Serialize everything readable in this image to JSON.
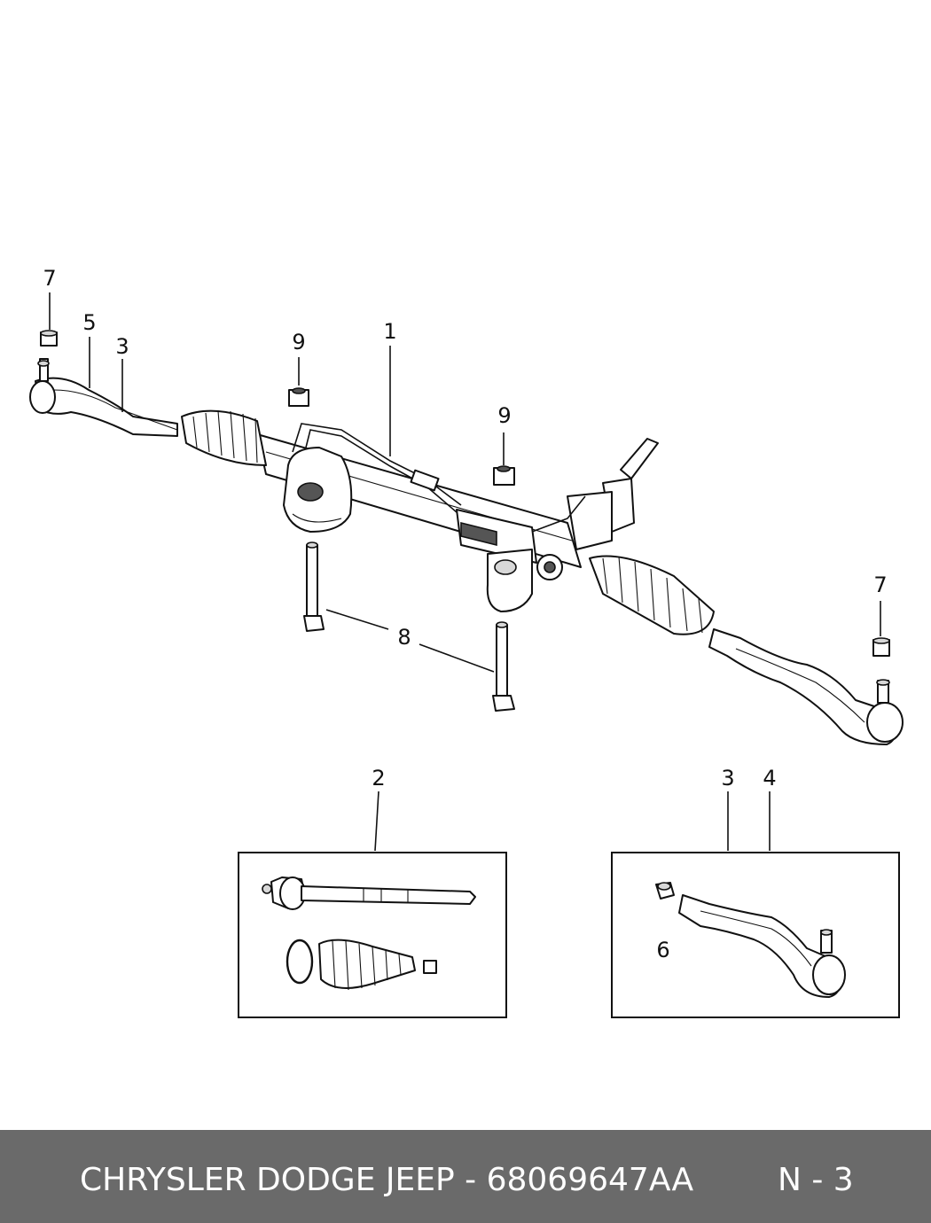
{
  "callouts": {
    "c1": "1",
    "c2": "2",
    "c3_left": "3",
    "c3_detail": "3",
    "c4": "4",
    "c5": "5",
    "c6": "6",
    "c7_left": "7",
    "c7_right": "7",
    "c8": "8",
    "c9_left": "9",
    "c9_right": "9"
  },
  "footer": {
    "title": "CHRYSLER DODGE JEEP - 68069647AA",
    "page": "N - 3"
  },
  "colors": {
    "footer_bg": "#6a6a6a",
    "footer_text": "#ffffff"
  }
}
